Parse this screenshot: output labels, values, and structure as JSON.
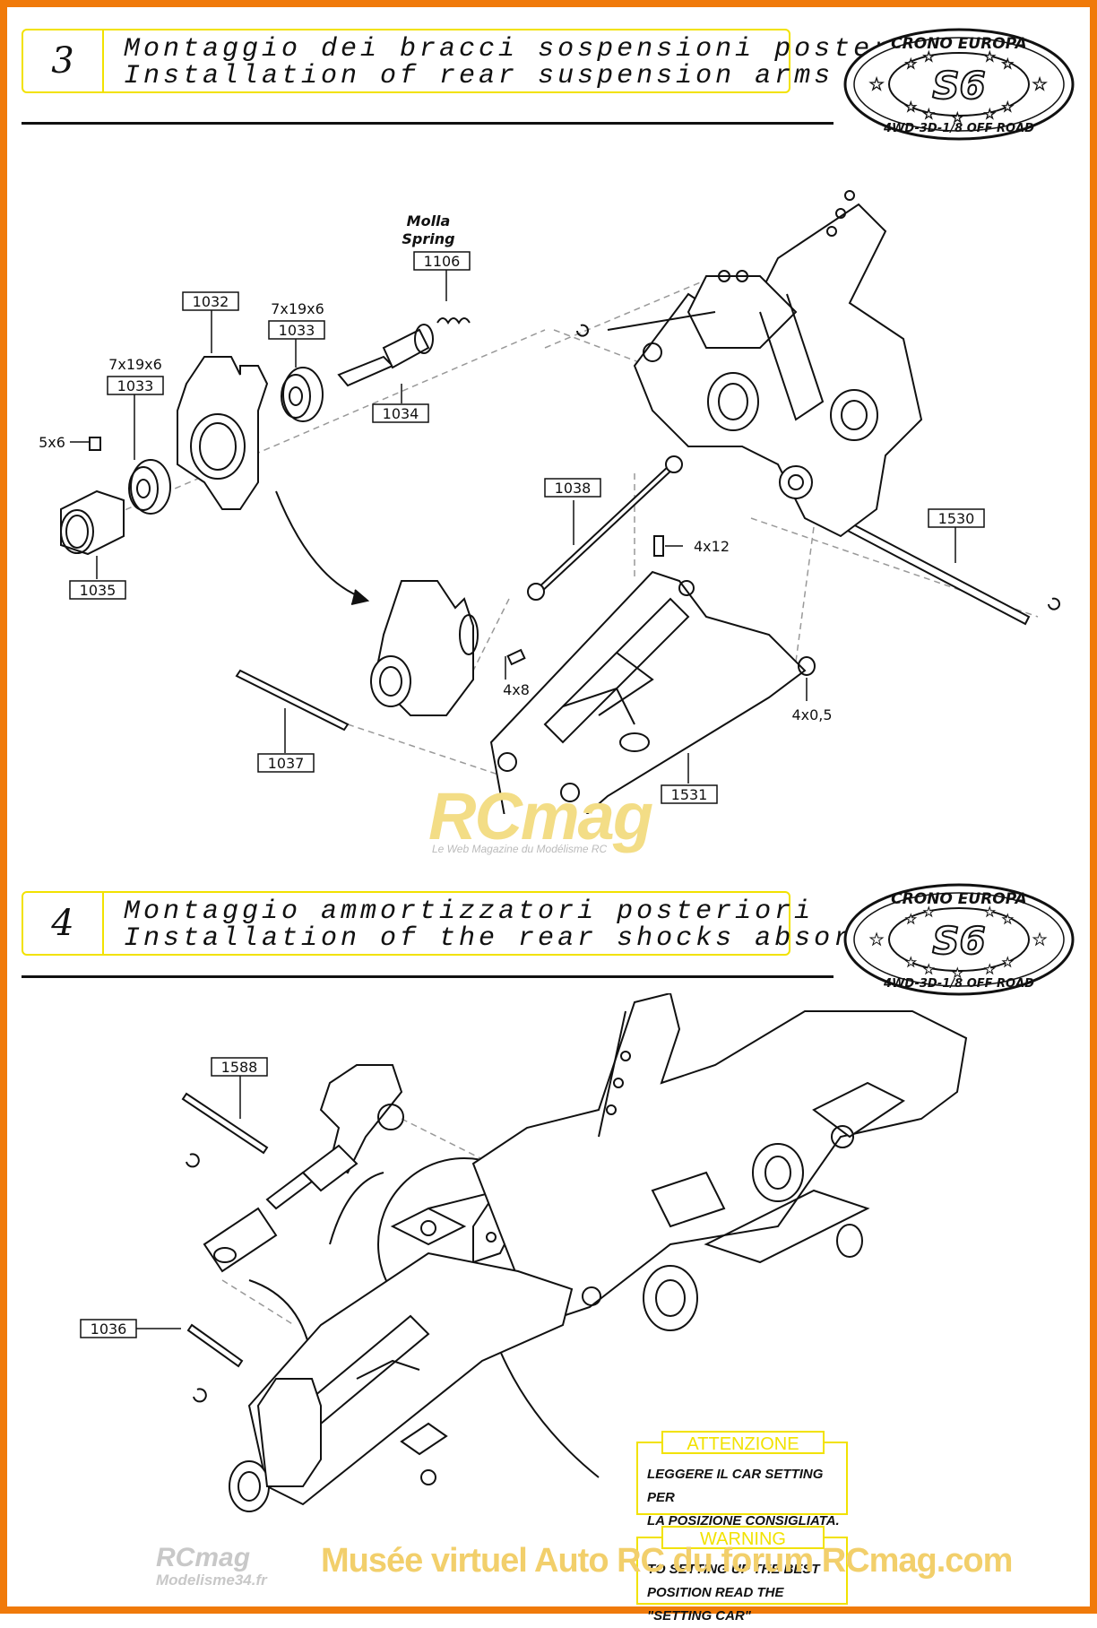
{
  "sections": [
    {
      "number": "3",
      "title_it": "Montaggio dei bracci sospensioni posteriori",
      "title_en": "Installation of rear suspension arms"
    },
    {
      "number": "4",
      "title_it": "Montaggio ammortizzatori posteriori",
      "title_en": "Installation of the rear shocks absorbers"
    }
  ],
  "logo": {
    "top": "CRONO EUROPA",
    "center": "S6",
    "bottom": "4WD-3D-1/8 OFF ROAD"
  },
  "step3": {
    "spring_it": "Molla",
    "spring_en": "Spring",
    "parts": {
      "p1106": "1106",
      "p1032": "1032",
      "p1033a": "1033",
      "p1033b": "1033",
      "p1034": "1034",
      "p1035": "1035",
      "p1038": "1038",
      "p1530": "1530",
      "p1037": "1037",
      "p1531": "1531"
    },
    "sizes": {
      "bearing_a": "7x19x6",
      "bearing_b": "7x19x6",
      "grub": "5x6",
      "screw_a": "4x12",
      "screw_b": "4x8",
      "washer": "4x0,5"
    }
  },
  "step4": {
    "parts": {
      "p1588": "1588",
      "p1036": "1036"
    }
  },
  "attention": {
    "title": "ATTENZIONE",
    "text": "LEGGERE IL CAR SETTING PER\nLA POSIZIONE CONSIGLIATA."
  },
  "warning": {
    "title": "WARNING",
    "text": "TO SETTING UP THE BEST\nPOSITION READ THE \"SETTING CAR\""
  },
  "watermark": {
    "brand": "RCmag",
    "tagline": "Le Web Magazine du Modélisme RC"
  },
  "footer": {
    "logo_top": "RCmag",
    "logo_bottom": "Modelisme34.fr",
    "text": "Musée virtuel Auto RC du forum RCmag.com"
  },
  "colors": {
    "frame": "#f07a0a",
    "yellow": "#f2e200",
    "watermark": "#f3dd86"
  }
}
